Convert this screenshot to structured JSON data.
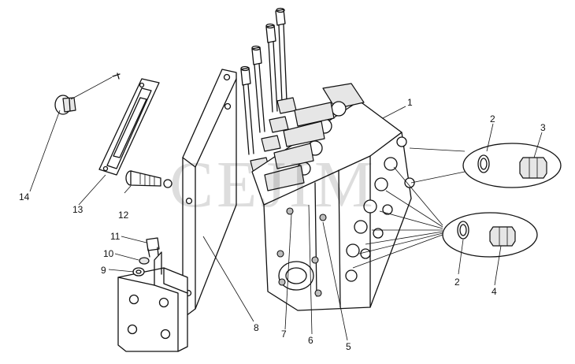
{
  "watermark": "CEJIM",
  "callouts": {
    "c1": "1",
    "c2_top": "2",
    "c3": "3",
    "c2_bottom": "2",
    "c4": "4",
    "c5": "5",
    "c6": "6",
    "c7": "7",
    "c8": "8",
    "c9": "9",
    "c10": "10",
    "c11": "11",
    "c12": "12",
    "c13": "13",
    "c14": "14"
  }
}
